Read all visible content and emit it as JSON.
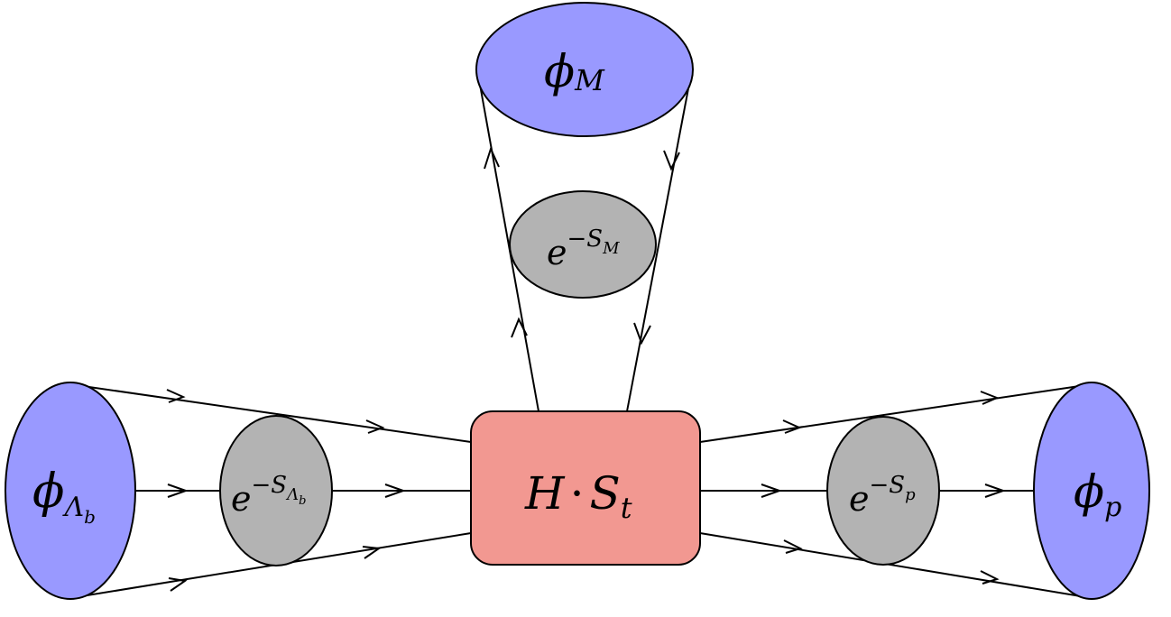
{
  "colors": {
    "wavefunction_fill": "#9999ff",
    "sudakov_fill": "#b3b3b3",
    "hard_kernel_fill": "#f29891",
    "stroke": "#000000"
  },
  "nodes": {
    "phi_lambda_b": {
      "base": "ϕ",
      "sub": "Λ",
      "subsub": "b"
    },
    "exp_lambda_b": {
      "base": "e",
      "sup": "−S",
      "supsub": "Λ",
      "supsubsub": "b"
    },
    "hard_kernel": {
      "h": "H",
      "dot": "·",
      "s": "S",
      "sub": "t"
    },
    "exp_p": {
      "base": "e",
      "sup": "−S",
      "supsub": "p"
    },
    "phi_p": {
      "base": "ϕ",
      "sub": "p"
    },
    "exp_m": {
      "base": "e",
      "sup": "−S",
      "supsub": "M"
    },
    "phi_m": {
      "base": "ϕ",
      "sub": "M"
    }
  }
}
